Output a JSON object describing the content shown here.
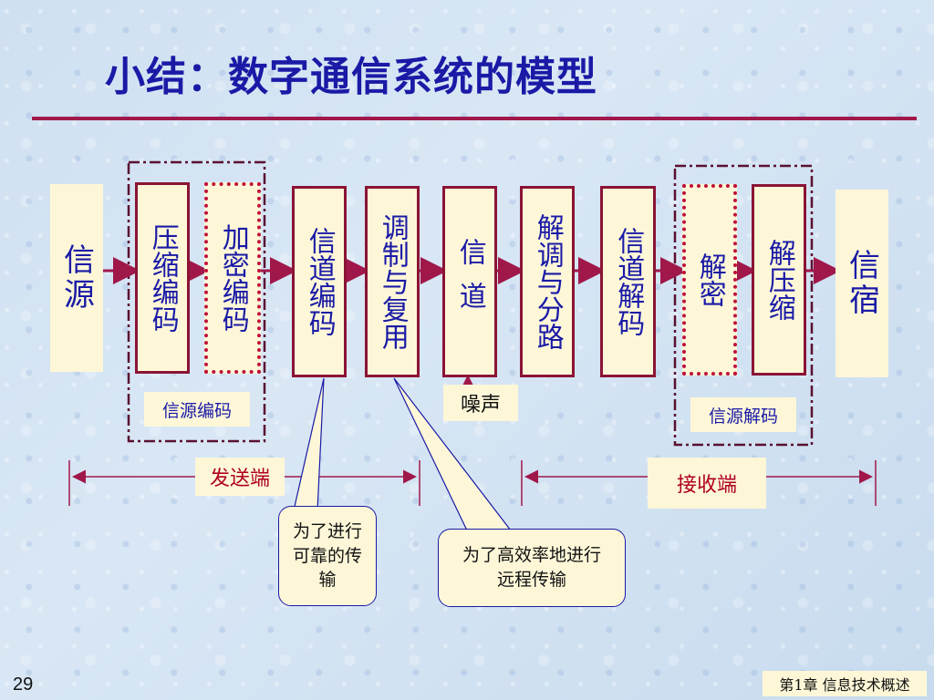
{
  "title": "小结：数字通信系统的模型",
  "blocks": {
    "source": "信源",
    "compression_coding": "压缩编码",
    "encryption_coding": "加密编码",
    "channel_coding": "信道编码",
    "modulation_multiplexing": "调制与复用",
    "channel": "信道",
    "demodulation_demultiplexing": "解调与分路",
    "channel_decoding": "信道解码",
    "decryption": "解密",
    "decompression": "解压缩",
    "sink": "信宿"
  },
  "group_labels": {
    "source_coding": "信源编码",
    "source_decoding": "信源解码"
  },
  "noise": "噪声",
  "ends": {
    "sender": "发送端",
    "receiver": "接收端"
  },
  "notes": {
    "reliable": "为了进行可靠的传输",
    "efficient": "为了高效率地进行远程传输"
  },
  "page_number": "29",
  "footer": "第1章 信息技术概述",
  "colors": {
    "box_border": "#8b1335",
    "text_blue": "#1a1aa6",
    "box_fill": "#fdf7d8"
  }
}
